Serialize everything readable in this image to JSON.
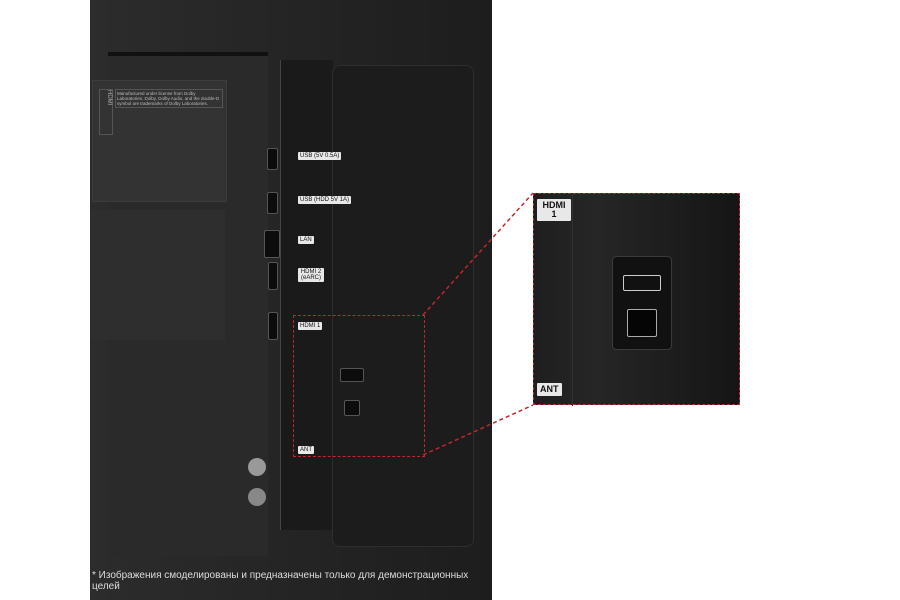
{
  "dolby_label": {
    "hdmi_vertical": "HDMI",
    "text": "Manufactured under license from Dolby Laboratories. Dolby, Dolby Audio, and the double-D symbol are trademarks of Dolby Laboratories."
  },
  "ports": {
    "usb1": "USB (5V 0.5A)",
    "usb2": "USB (HDD 5V 1A)",
    "lan": "LAN",
    "hdmi2": "HDMI 2 (eARC)",
    "hdmi1": "HDMI 1",
    "ant": "ANT"
  },
  "inset": {
    "hdmi1": "HDMI 1",
    "ant": "ANT"
  },
  "colors": {
    "callout": "#c0272d"
  },
  "disclaimer": "* Изображения смоделированы и предназначены только для демонстрационных целей"
}
